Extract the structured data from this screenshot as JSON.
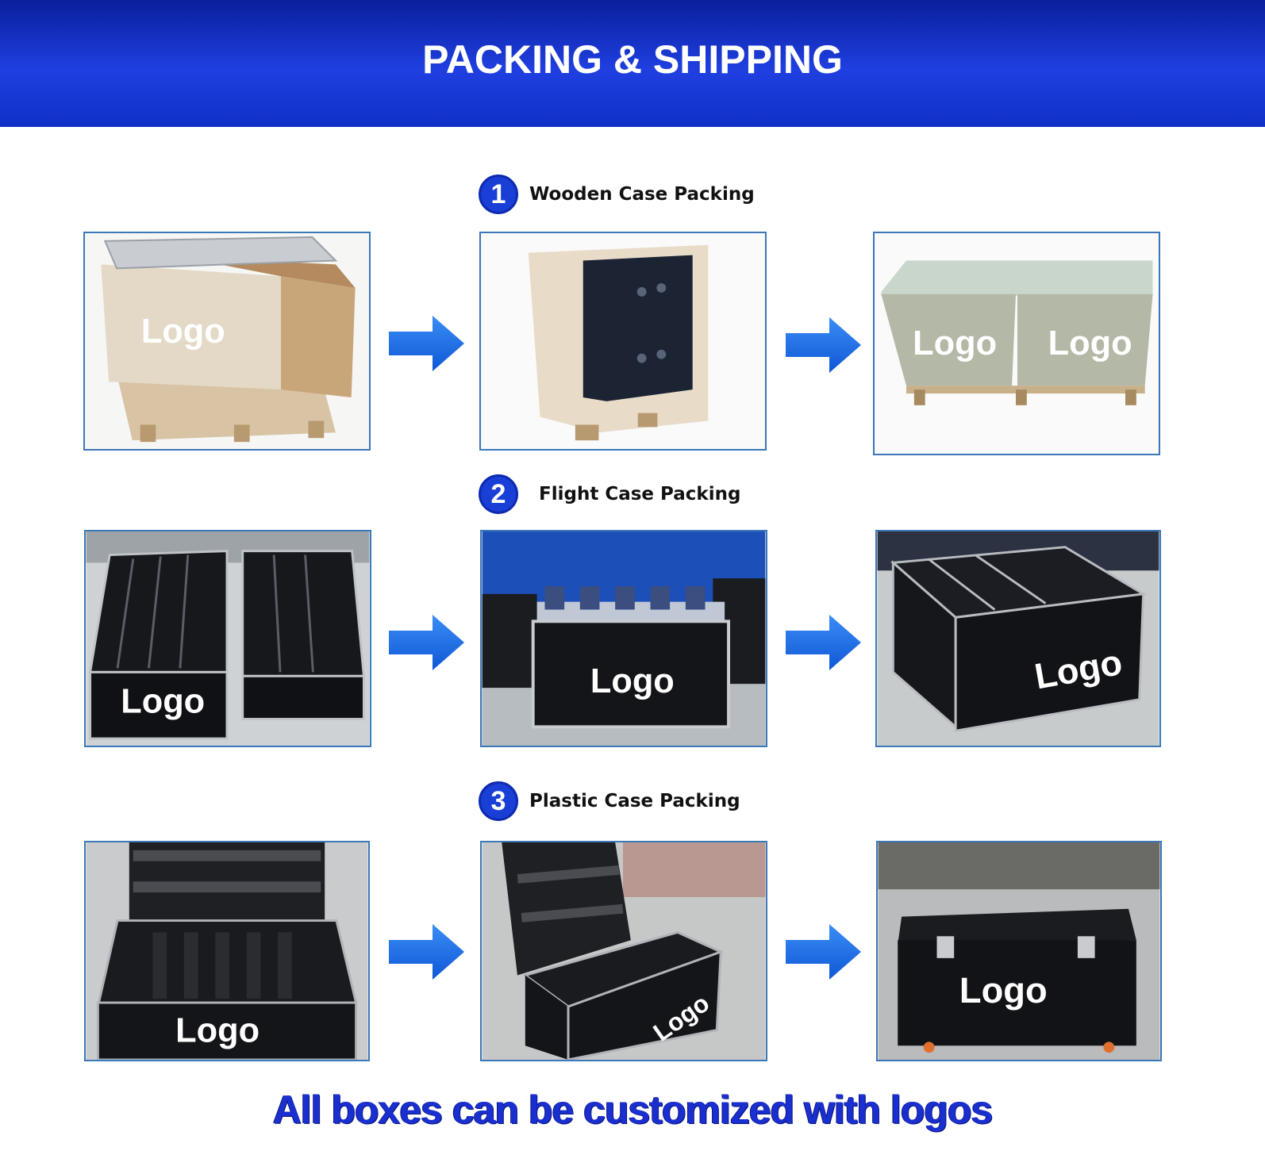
{
  "banner": {
    "title": "PACKING & SHIPPING"
  },
  "sections": [
    {
      "number": "1",
      "label": "Wooden Case Packing"
    },
    {
      "number": "2",
      "label": "Flight Case Packing"
    },
    {
      "number": "3",
      "label": "Plastic Case Packing"
    }
  ],
  "logo_text": "Logo",
  "footer": {
    "text": "All boxes can be customized with logos"
  },
  "colors": {
    "banner": "#1f3fe0",
    "accent": "#1a3fd6",
    "arrow": "#1a6fe0",
    "footer": "#1a2fd0"
  }
}
